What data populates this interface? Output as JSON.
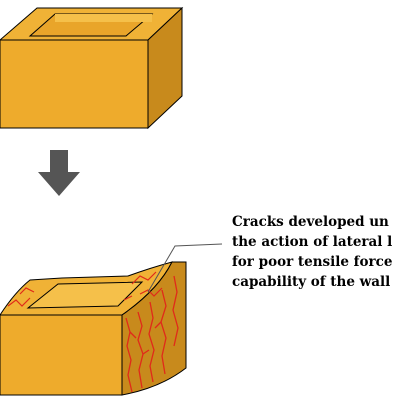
{
  "figure": {
    "caption_lines": [
      "Cracks developed un",
      "the action of lateral l",
      "for poor tensile force",
      "capability of the wall"
    ]
  },
  "colors": {
    "box_top": "#f0b236",
    "box_front": "#eeab2c",
    "box_side": "#c88a1c",
    "box_inner": "#f5c04a",
    "outline": "#000000",
    "arrow": "#555555",
    "crack": "#e02a1a",
    "background": "#ffffff"
  }
}
